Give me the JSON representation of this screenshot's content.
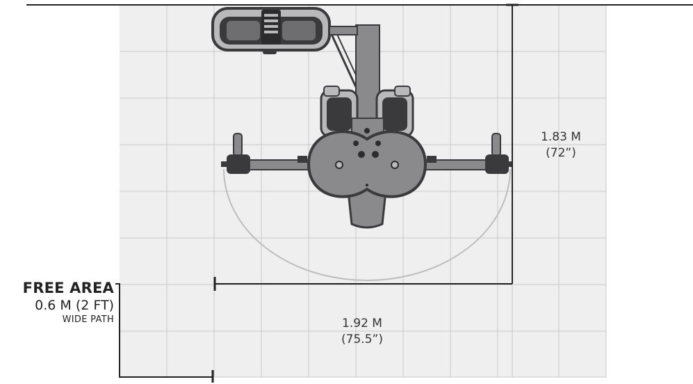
{
  "diagram": {
    "depth_dimension": {
      "metric": "1.83 M",
      "imperial": "(72”)"
    },
    "width_dimension": {
      "metric": "1.92 M",
      "imperial": "(75.5”)"
    },
    "free_area": {
      "title": "FREE AREA",
      "size": "0.6 M (2 FT)",
      "subtitle": "WIDE PATH"
    },
    "colors": {
      "grid_fill": "#efeff0",
      "grid_line": "#c8c8c8",
      "machine_dark": "#3a3a3c",
      "machine_mid": "#8a8a8c",
      "machine_light": "#b9b9bb",
      "dimension_line": "#222222",
      "swing_arc": "#bdbdbd"
    }
  }
}
